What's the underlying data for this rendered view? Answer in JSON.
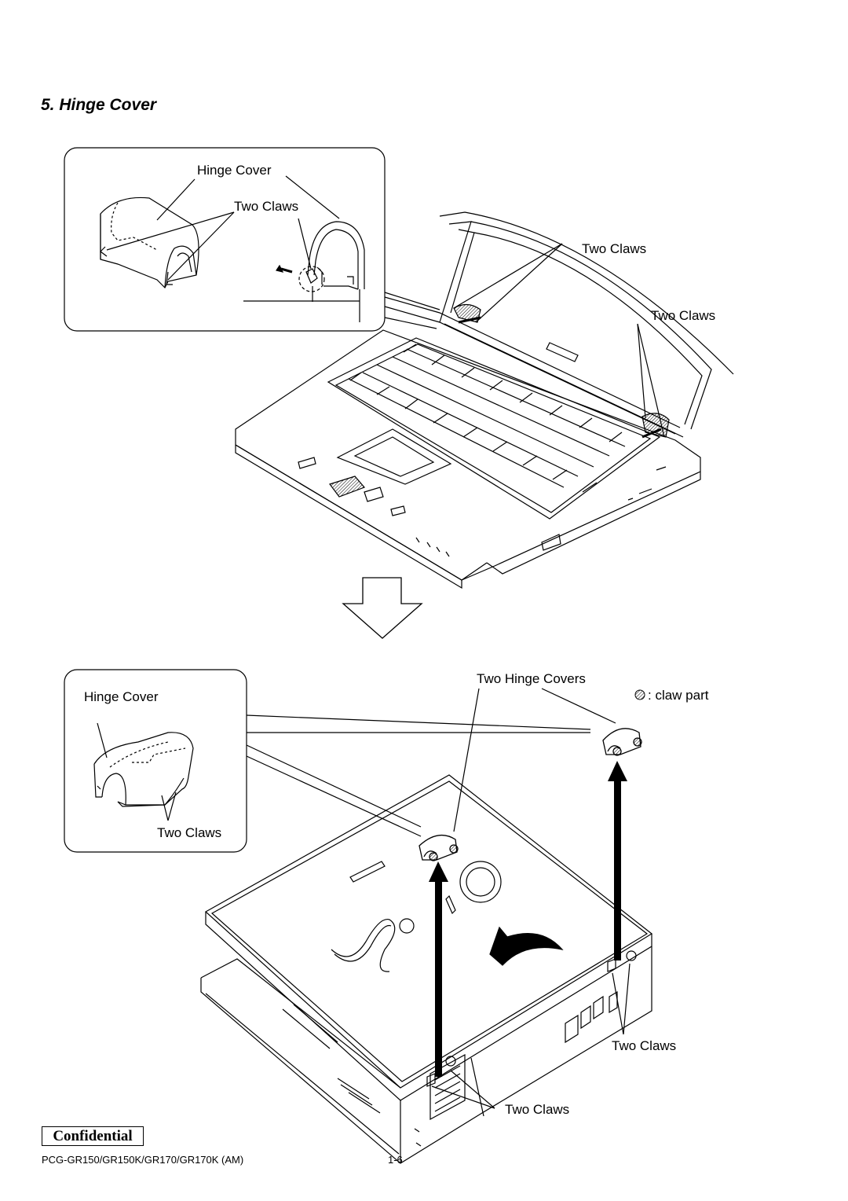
{
  "heading": "5. Hinge Cover",
  "step1": {
    "inset_label_cover": "Hinge Cover",
    "inset_label_claws": "Two Claws",
    "main_label_claws_left": "Two Claws",
    "main_label_claws_right": "Two Claws"
  },
  "step2": {
    "inset_label_cover": "Hinge Cover",
    "inset_label_claws": "Two Claws",
    "label_two_hinge_covers": "Two Hinge Covers",
    "legend_claw_part": ": claw part",
    "label_claws_right": "Two Claws",
    "label_claws_bottom": "Two Claws"
  },
  "footer": {
    "confidential": "Confidential",
    "model": "PCG-GR150/GR150K/GR170/GR170K (AM)",
    "page": "1-6"
  }
}
